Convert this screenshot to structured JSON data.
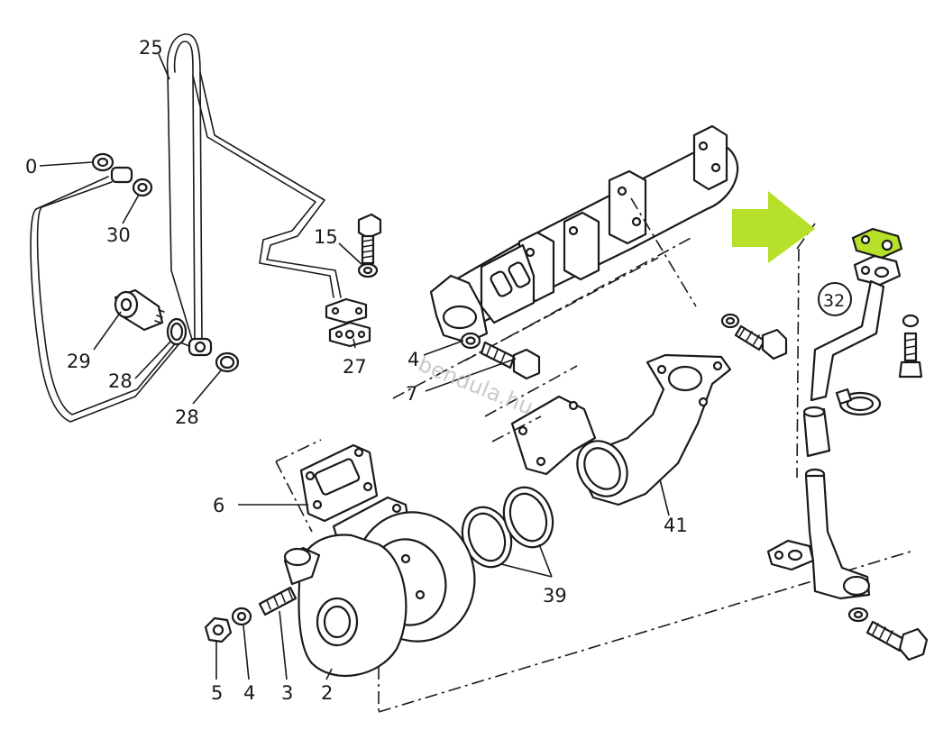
{
  "labels": {
    "p25": "25",
    "p0": "0",
    "p30": "30",
    "p15": "15",
    "p29": "29",
    "p28a": "28",
    "p28b": "28",
    "p27": "27",
    "p4a": "4",
    "p7": "7",
    "p6": "6",
    "p41": "41",
    "p39": "39",
    "p5": "5",
    "p4b": "4",
    "p3": "3",
    "p2": "2",
    "p32": "32"
  },
  "watermark": "bendula.hu",
  "colors": {
    "highlight_arrow": "#b6e02a",
    "highlight_gasket": "#b6e02a",
    "line": "#1a1a1a"
  }
}
